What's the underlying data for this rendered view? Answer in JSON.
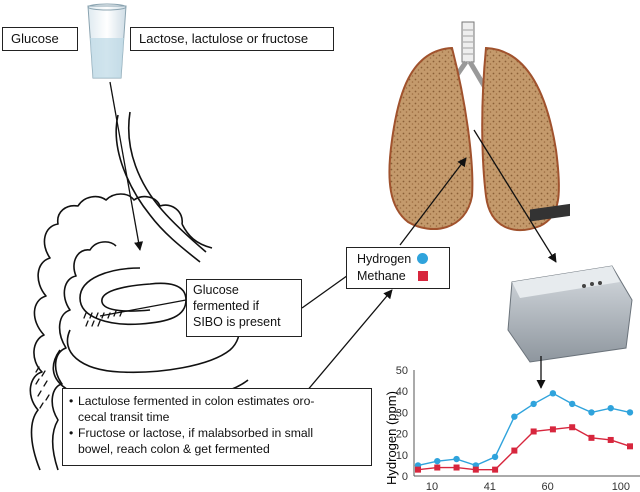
{
  "labels": {
    "glucose": "Glucose",
    "other_sugars": "Lactose, lactulose or fructose",
    "glucose_fermented": [
      "Glucose",
      "fermented if",
      "SIBO is present"
    ],
    "lactulose_note": [
      "Lactulose fermented in colon estimates oro-",
      "cecal transit time"
    ],
    "fructose_note": [
      "Fructose or lactose, if malabsorbed in small",
      "bowel, reach colon & get fermented"
    ],
    "legend_hydrogen": "Hydrogen",
    "legend_methane": "Methane"
  },
  "colors": {
    "hydrogen": "#2fa3dc",
    "methane": "#d7263d",
    "lung": "#b98a5c",
    "lung_edge": "#a0522d",
    "device": "#b9bfc6"
  },
  "icons": [
    "water-glass-icon",
    "intestine-icon",
    "lungs-icon",
    "breath-analyzer-device-icon"
  ],
  "chart_data": {
    "type": "line",
    "ylabel": "Hydrogen (ppm)",
    "ylim": [
      0,
      50
    ],
    "yticks": [
      0,
      10,
      20,
      30,
      40,
      50
    ],
    "xticks": [
      "10",
      "41",
      "60",
      "100"
    ],
    "series": [
      {
        "name": "Hydrogen",
        "color": "#2fa3dc",
        "marker": "circle",
        "x": [
          0,
          1,
          2,
          3,
          4,
          5,
          6,
          7,
          8,
          9,
          10,
          11
        ],
        "values": [
          5,
          7,
          8,
          5,
          9,
          28,
          34,
          39,
          34,
          30,
          32,
          30
        ]
      },
      {
        "name": "Methane",
        "color": "#d7263d",
        "marker": "square",
        "x": [
          0,
          1,
          2,
          3,
          4,
          5,
          6,
          7,
          8,
          9,
          10,
          11
        ],
        "values": [
          3,
          4,
          4,
          3,
          3,
          12,
          21,
          22,
          23,
          18,
          17,
          14
        ]
      }
    ]
  }
}
